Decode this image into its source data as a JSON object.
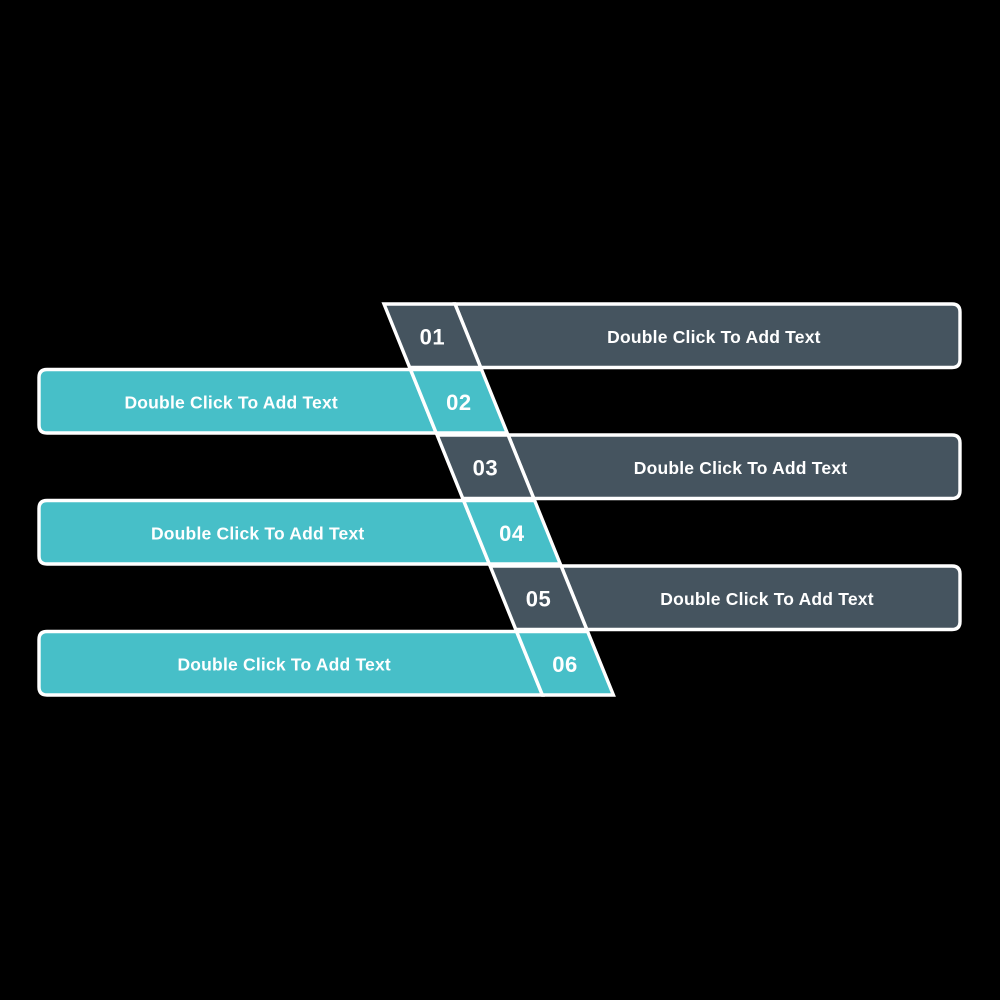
{
  "background": "#000000",
  "diagram": {
    "type": "slanted-numbered-list",
    "colors": {
      "dark": "#45545F",
      "teal": "#47BFC8",
      "outline": "#FFFFFF",
      "text": "#FFFFFF"
    },
    "items": [
      {
        "number": "01",
        "label": "Double Click To Add Text",
        "side": "right",
        "color": "dark"
      },
      {
        "number": "02",
        "label": "Double Click To Add Text",
        "side": "left",
        "color": "teal"
      },
      {
        "number": "03",
        "label": "Double Click To Add Text",
        "side": "right",
        "color": "dark"
      },
      {
        "number": "04",
        "label": "Double Click To Add Text",
        "side": "left",
        "color": "teal"
      },
      {
        "number": "05",
        "label": "Double Click To Add Text",
        "side": "right",
        "color": "dark"
      },
      {
        "number": "06",
        "label": "Double Click To Add Text",
        "side": "left",
        "color": "teal"
      }
    ]
  }
}
